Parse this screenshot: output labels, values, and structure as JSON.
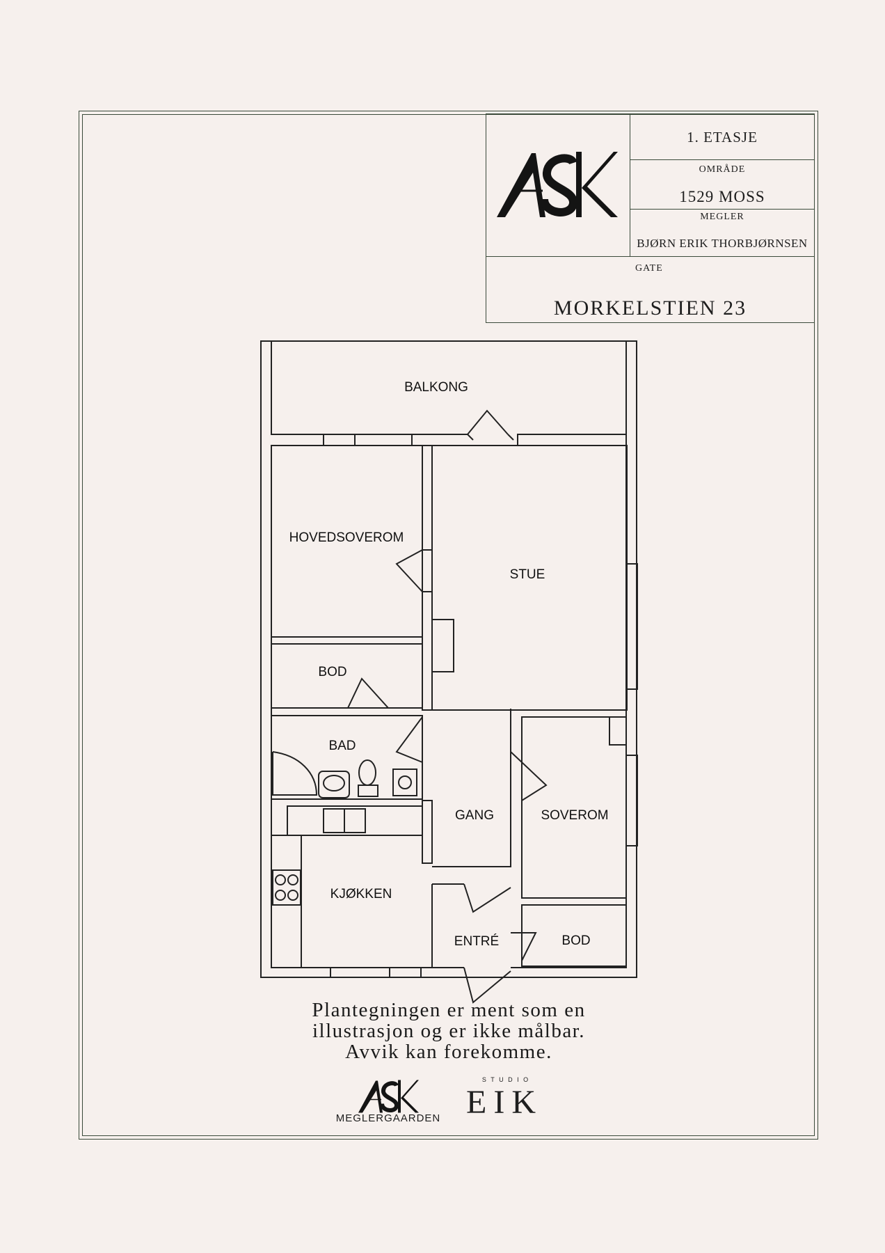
{
  "title_block": {
    "floor": "1. ETASJE",
    "area_label": "OMRÅDE",
    "area_value": "1529 MOSS",
    "agent_label": "MEGLER",
    "agent_value": "BJØRN ERIK THORBJØRNSEN",
    "street_label": "GATE",
    "street_value": "MORKELSTIEN 23",
    "logo_text": "ASK"
  },
  "rooms": {
    "balkong": "BALKONG",
    "hovedsoverom": "HOVEDSOVEROM",
    "stue": "STUE",
    "bod1": "BOD",
    "bad": "BAD",
    "gang": "GANG",
    "soverom": "SOVEROM",
    "kjokken": "KJØKKEN",
    "entre": "ENTRÉ",
    "bod2": "BOD"
  },
  "disclaimer": {
    "line1": "Plantegningen er ment som en",
    "line2": "illustrasjon og er ikke målbar.",
    "line3": "Avvik kan forekomme."
  },
  "footer": {
    "ask_logo": "ASK",
    "ask_sub": "MEGLERGAARDEN",
    "eik_top": "S T U D I O",
    "eik_logo": "EIK"
  },
  "colors": {
    "background": "#f6f0ed",
    "frame": "#3a4a3a",
    "ink": "#1e1e1e"
  }
}
